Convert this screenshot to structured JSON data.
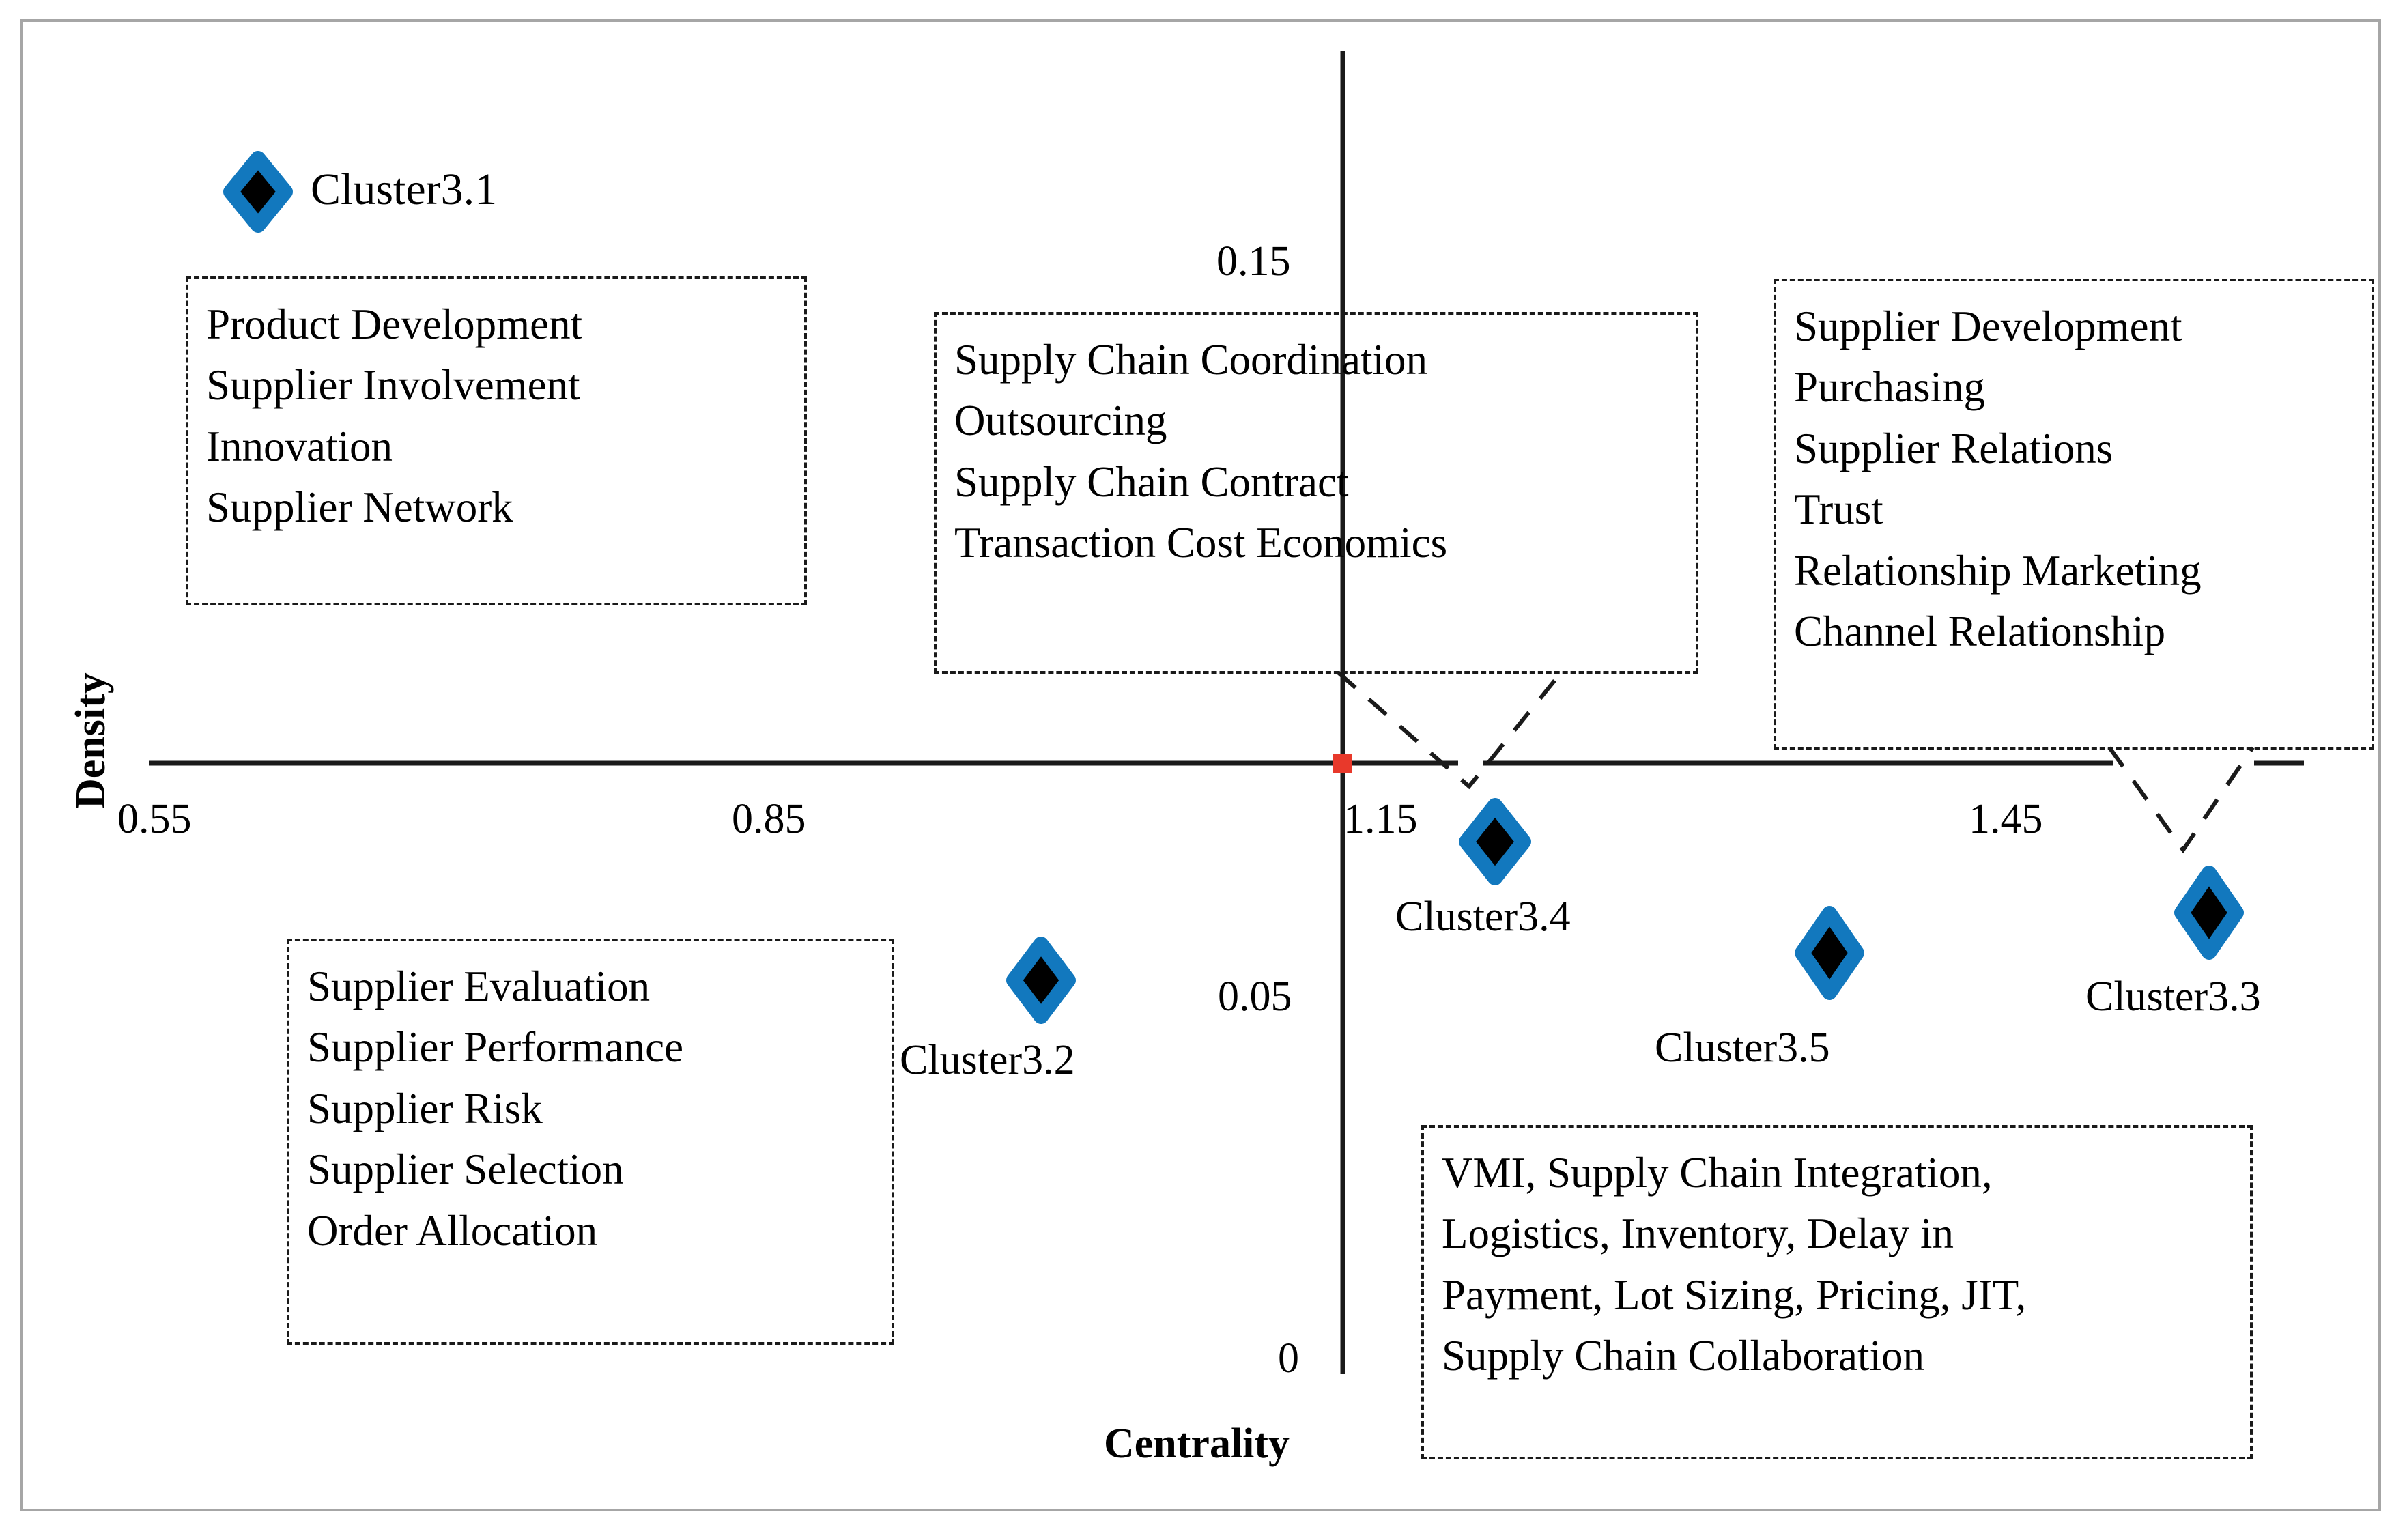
{
  "chart_data": {
    "type": "scatter",
    "title": "",
    "xlabel": "Centrality",
    "ylabel": "Density",
    "xticks": [
      "0.55",
      "0.85",
      "1.15",
      "1.45"
    ],
    "yticks": [
      "0",
      "0.05",
      "0.15"
    ],
    "grid": false,
    "legend": "Cluster3.1",
    "quadrant_origin": {
      "x": "1.15",
      "y": "0.05",
      "marker_color": "#e8392b"
    },
    "marker_style": {
      "shape": "diamond",
      "fill": "#000000",
      "stroke": "#1278be"
    },
    "points": [
      {
        "name": "Cluster3.1",
        "x": 0.6,
        "y": 0.15,
        "note": "legend swatch only, top-left"
      },
      {
        "name": "Cluster3.2",
        "x": 1.02,
        "y": 0.045
      },
      {
        "name": "Cluster3.3",
        "x": 1.55,
        "y": 0.04
      },
      {
        "name": "Cluster3.4",
        "x": 1.18,
        "y": 0.048
      },
      {
        "name": "Cluster3.5",
        "x": 1.37,
        "y": 0.042
      }
    ],
    "annotations": [
      {
        "cluster": "Cluster3.1",
        "terms": [
          "Product Development",
          "Supplier Involvement",
          "Innovation",
          "Supplier Network"
        ]
      },
      {
        "cluster": "Cluster3.4",
        "terms": [
          "Supply Chain Coordination",
          "Outsourcing",
          "Supply Chain Contract",
          "Transaction Cost Economics"
        ]
      },
      {
        "cluster": "Cluster3.3",
        "terms": [
          "Supplier Development",
          "Purchasing",
          "Supplier Relations",
          "Trust",
          "Relationship Marketing",
          "Channel Relationship"
        ]
      },
      {
        "cluster": "Cluster3.2",
        "terms": [
          "Supplier Evaluation",
          "Supplier Performance",
          "Supplier Risk",
          "Supplier Selection",
          "Order Allocation"
        ]
      },
      {
        "cluster": "Cluster3.5",
        "terms": [
          "VMI, Supply Chain Integration,",
          "Logistics, Inventory, Delay in",
          "Payment, Lot Sizing,  Pricing,  JIT,",
          "Supply Chain Collaboration"
        ]
      }
    ]
  },
  "legend": {
    "label": "Cluster3.1"
  },
  "axes": {
    "y_title": "Density",
    "x_title": "Centrality",
    "tick_x_055": "0.55",
    "tick_x_085": "0.85",
    "tick_x_115": "1.15",
    "tick_x_145": "1.45",
    "tick_y_0": "0",
    "tick_y_005": "0.05",
    "tick_y_015": "0.15"
  },
  "boxes": {
    "top_left": {
      "lines": [
        "Product Development",
        "Supplier Involvement",
        "Innovation",
        "Supplier Network"
      ]
    },
    "top_middle": {
      "lines": [
        "Supply Chain Coordination",
        "Outsourcing",
        "Supply Chain Contract",
        "Transaction Cost Economics"
      ]
    },
    "top_right": {
      "lines": [
        "Supplier Development",
        "Purchasing",
        "Supplier Relations",
        "Trust",
        "Relationship Marketing",
        "Channel Relationship"
      ]
    },
    "bottom_left": {
      "lines": [
        "Supplier Evaluation",
        "Supplier Performance",
        "Supplier Risk",
        "Supplier Selection",
        "Order Allocation"
      ]
    },
    "bottom_right": {
      "lines": [
        "VMI, Supply Chain Integration,",
        "Logistics, Inventory, Delay in",
        "Payment, Lot Sizing,  Pricing,  JIT,",
        "Supply Chain Collaboration"
      ]
    }
  },
  "markers": {
    "cluster31": "Cluster3.1",
    "cluster32": "Cluster3.2",
    "cluster33": "Cluster3.3",
    "cluster34": "Cluster3.4",
    "cluster35": "Cluster3.5"
  },
  "colors": {
    "marker_stroke": "#1278be",
    "marker_fill": "#000000",
    "origin_dot": "#e8392b",
    "axis": "#1a1a1a",
    "frame": "#a6a6a6"
  }
}
